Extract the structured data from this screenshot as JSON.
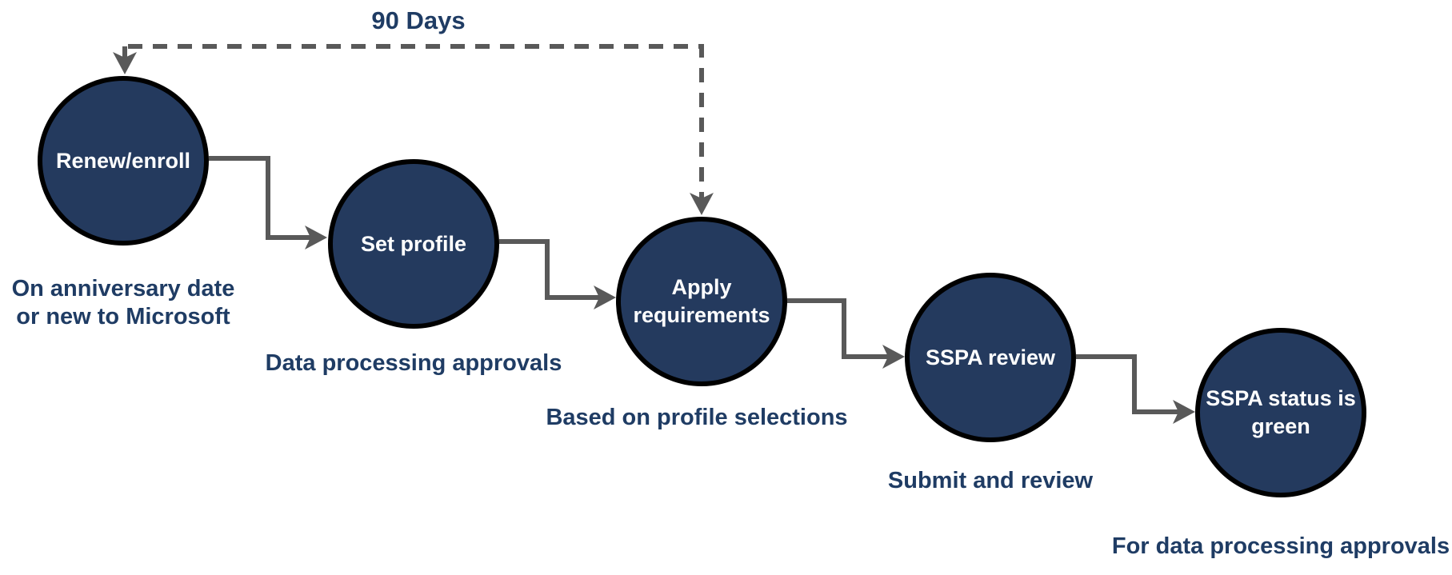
{
  "diagram": {
    "loop_label": "90 Days",
    "nodes": [
      {
        "id": "renew-enroll",
        "label": "Renew/enroll",
        "caption": "On anniversary date\nor new to Microsoft"
      },
      {
        "id": "set-profile",
        "label": "Set profile",
        "caption": "Data processing approvals"
      },
      {
        "id": "apply-requirements",
        "label": "Apply\nrequirements",
        "caption": "Based on profile selections"
      },
      {
        "id": "sspa-review",
        "label": "SSPA review",
        "caption": "Submit and review"
      },
      {
        "id": "sspa-status-green",
        "label": "SSPA status is\ngreen",
        "caption": "For data processing approvals"
      }
    ],
    "edges": [
      {
        "from": "renew-enroll",
        "to": "set-profile",
        "style": "solid"
      },
      {
        "from": "set-profile",
        "to": "apply-requirements",
        "style": "solid"
      },
      {
        "from": "apply-requirements",
        "to": "sspa-review",
        "style": "solid"
      },
      {
        "from": "sspa-review",
        "to": "sspa-status-green",
        "style": "solid"
      },
      {
        "between": [
          "renew-enroll",
          "apply-requirements"
        ],
        "label": "90 Days",
        "style": "dashed",
        "arrowheads": "both"
      }
    ],
    "colors": {
      "node_fill": "#243a5e",
      "node_border": "#000000",
      "node_text": "#ffffff",
      "caption_text": "#1f3c64",
      "connector": "#595959",
      "background": "#ffffff"
    }
  }
}
